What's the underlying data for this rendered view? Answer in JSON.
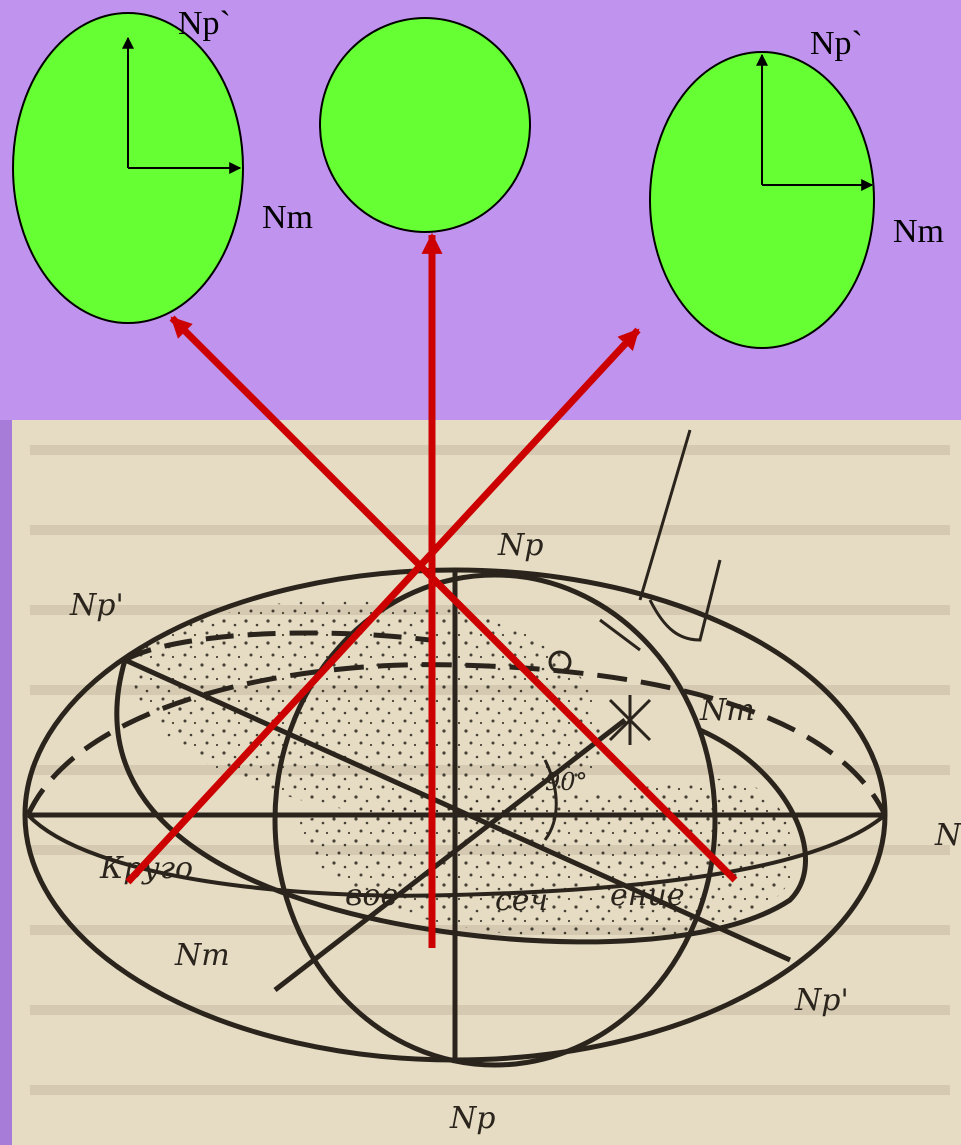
{
  "colors": {
    "background_top": "#c48cf0",
    "background_side": "#a67cd8",
    "ellipse_fill": "#66ff33",
    "arrow": "#cc0000",
    "paper": "#e6dcc4",
    "ink": "#2a241c"
  },
  "top_panel": {
    "left_ellipse": {
      "axis_label_up": "Np`",
      "axis_label_right": "Nm"
    },
    "center_circle": {},
    "right_ellipse": {
      "axis_label_up": "Np`",
      "axis_label_right": "Nm"
    }
  },
  "book_figure": {
    "labels": {
      "np_top": "Np",
      "np_prime_left": "Np'",
      "nm_upper_right": "Nm",
      "angle": "90°",
      "nm_lower_left": "Nm",
      "np_prime_lower_right": "Np'",
      "np_bottom": "Np",
      "edge_fragment": "N",
      "circle_label_1": "Кругo",
      "circle_label_2": "вое",
      "circle_label_3": "сеч",
      "circle_label_4": "ение"
    }
  }
}
